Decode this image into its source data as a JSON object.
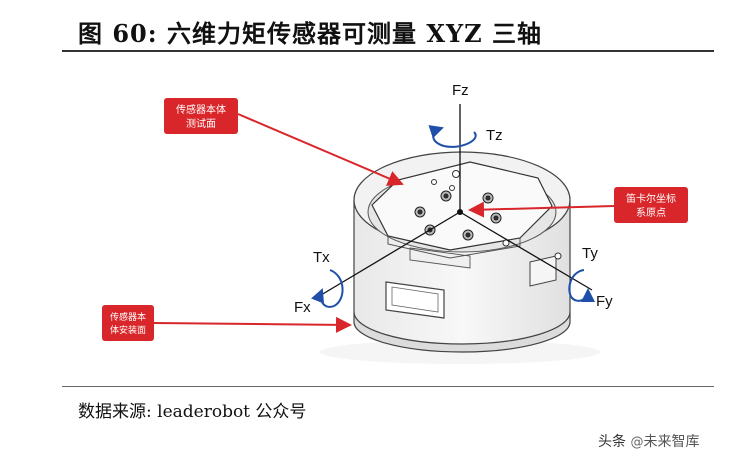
{
  "title": "图 60:  六维力矩传感器可测量 XYZ 三轴",
  "source": "数据来源: leaderobot 公众号",
  "watermark": {
    "prefix": "头条",
    "at": "@",
    "name": "未来智库"
  },
  "axes": {
    "fz": "Fz",
    "tz": "Tz",
    "tx": "Tx",
    "fx": "Fx",
    "ty": "Ty",
    "fy": "Fy"
  },
  "callouts": {
    "test_face": [
      "传感器本体",
      "测试面"
    ],
    "coord_origin": [
      "笛卡尔坐标",
      "系原点"
    ],
    "mount_face": [
      "传感器本",
      "体安装面"
    ]
  },
  "colors": {
    "callout_red": "#d9262a",
    "axis_blue": "#1f4fa8",
    "sensor_line": "#444444"
  }
}
